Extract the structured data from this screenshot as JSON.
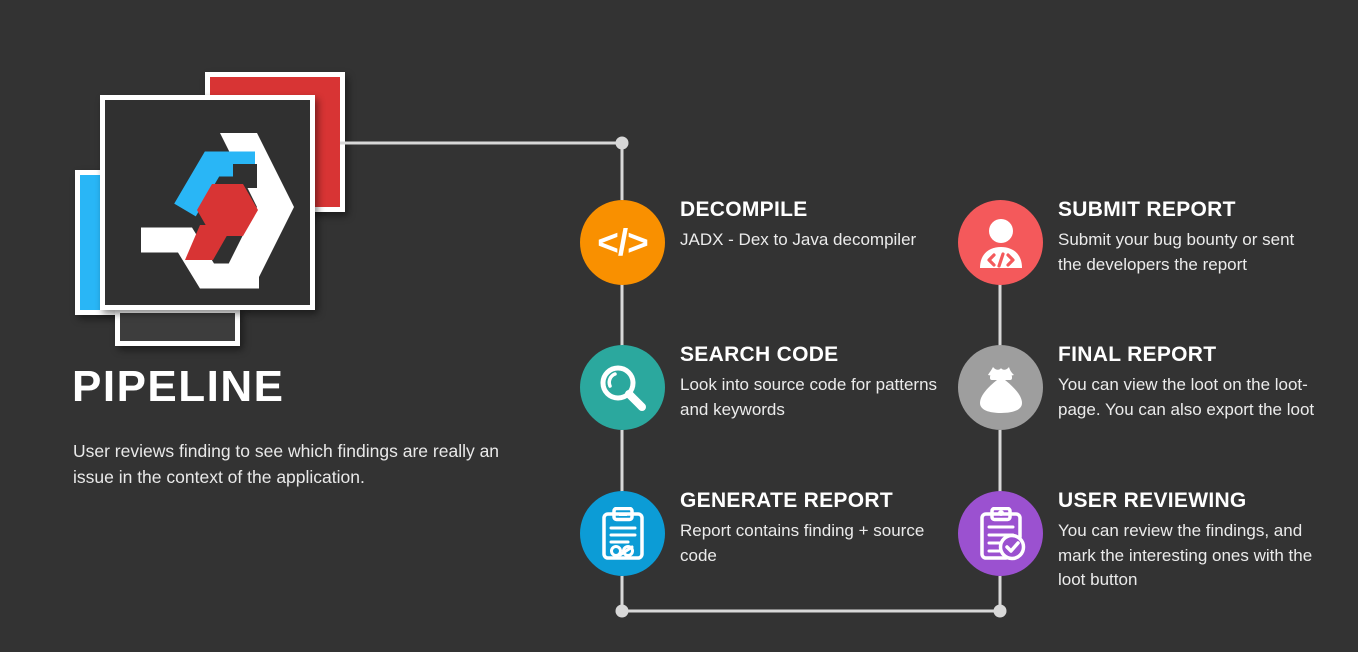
{
  "theme": {
    "background": "#333333",
    "text_primary": "#ffffff",
    "text_secondary": "#ebebeb",
    "connector": "#d8d8d8"
  },
  "brand": {
    "title": "PIPELINE",
    "subtitle": "User reviews finding to see which findings are really an issue in the context of the application.",
    "logo_name": "hexagon-arrow-logo",
    "cards": [
      {
        "name": "card-blue",
        "color": "#29B6F6"
      },
      {
        "name": "card-red",
        "color": "#D83434"
      },
      {
        "name": "card-bottom",
        "color": "#3d3d3d"
      },
      {
        "name": "card-main",
        "color": "#303030"
      }
    ],
    "logo_colors": {
      "blue": "#29B6F6",
      "red": "#D83434",
      "white": "#ffffff"
    }
  },
  "pipeline": {
    "left_column": [
      {
        "id": "decompile",
        "title": "DECOMPILE",
        "desc": "JADX - Dex to Java decompiler",
        "color": "#F99000",
        "icon": "code-brackets-icon"
      },
      {
        "id": "search-code",
        "title": "SEARCH CODE",
        "desc": "Look into source code for patterns and keywords",
        "color": "#2BA89E",
        "icon": "magnifier-icon"
      },
      {
        "id": "generate-report",
        "title": "GENERATE REPORT",
        "desc": "Report contains finding + source code",
        "color": "#0C9CD6",
        "icon": "clipboard-code-icon"
      }
    ],
    "right_column": [
      {
        "id": "submit-report",
        "title": "SUBMIT REPORT",
        "desc": "Submit your bug bounty or sent the developers the report",
        "color": "#F4595B",
        "icon": "developer-person-icon"
      },
      {
        "id": "final-report",
        "title": "FINAL REPORT",
        "desc": "You can view the loot on the loot-page. You can also export the loot",
        "color": "#9E9E9E",
        "icon": "money-bag-icon"
      },
      {
        "id": "user-reviewing",
        "title": "USER REVIEWING",
        "desc": "You can review the findings, and mark the interesting ones with the loot button",
        "color": "#9B51D0",
        "icon": "clipboard-check-icon"
      }
    ]
  }
}
